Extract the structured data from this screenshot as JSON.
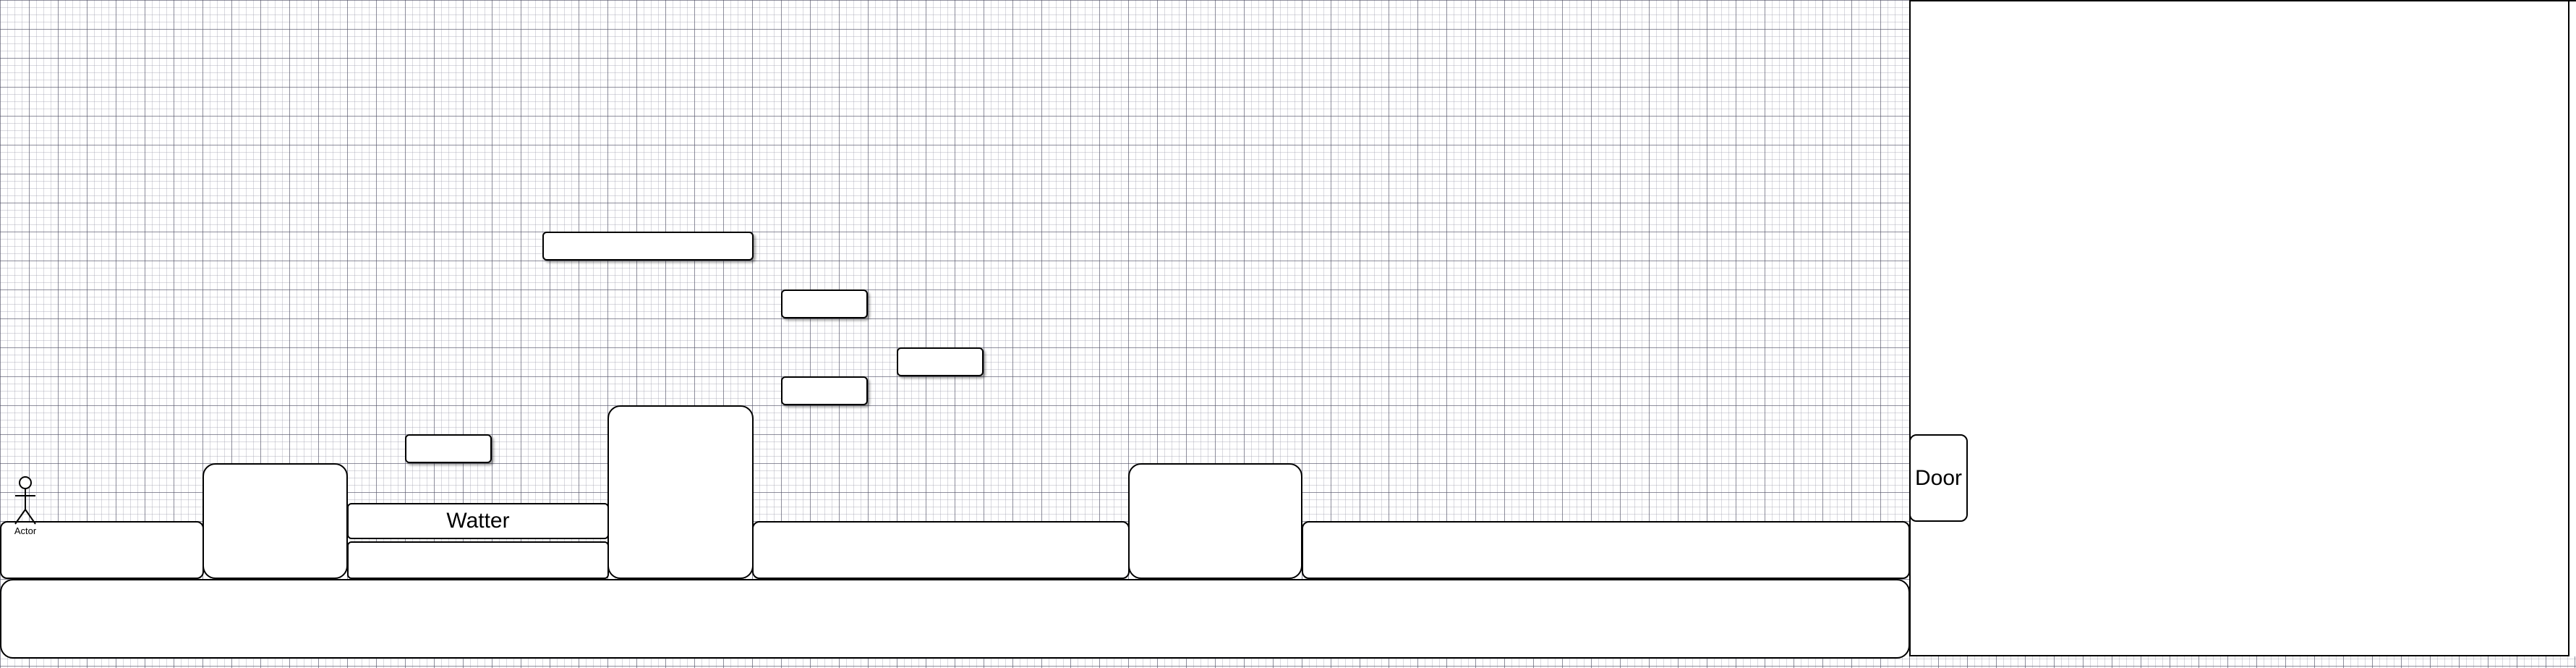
{
  "diagram": {
    "actor": {
      "label": "Actor"
    },
    "water_label": "Watter",
    "door_label": "Door",
    "colors": {
      "background": "#ffffff",
      "grid": "#8a8a9a",
      "stroke": "#000000",
      "fill": "#ffffff"
    }
  }
}
